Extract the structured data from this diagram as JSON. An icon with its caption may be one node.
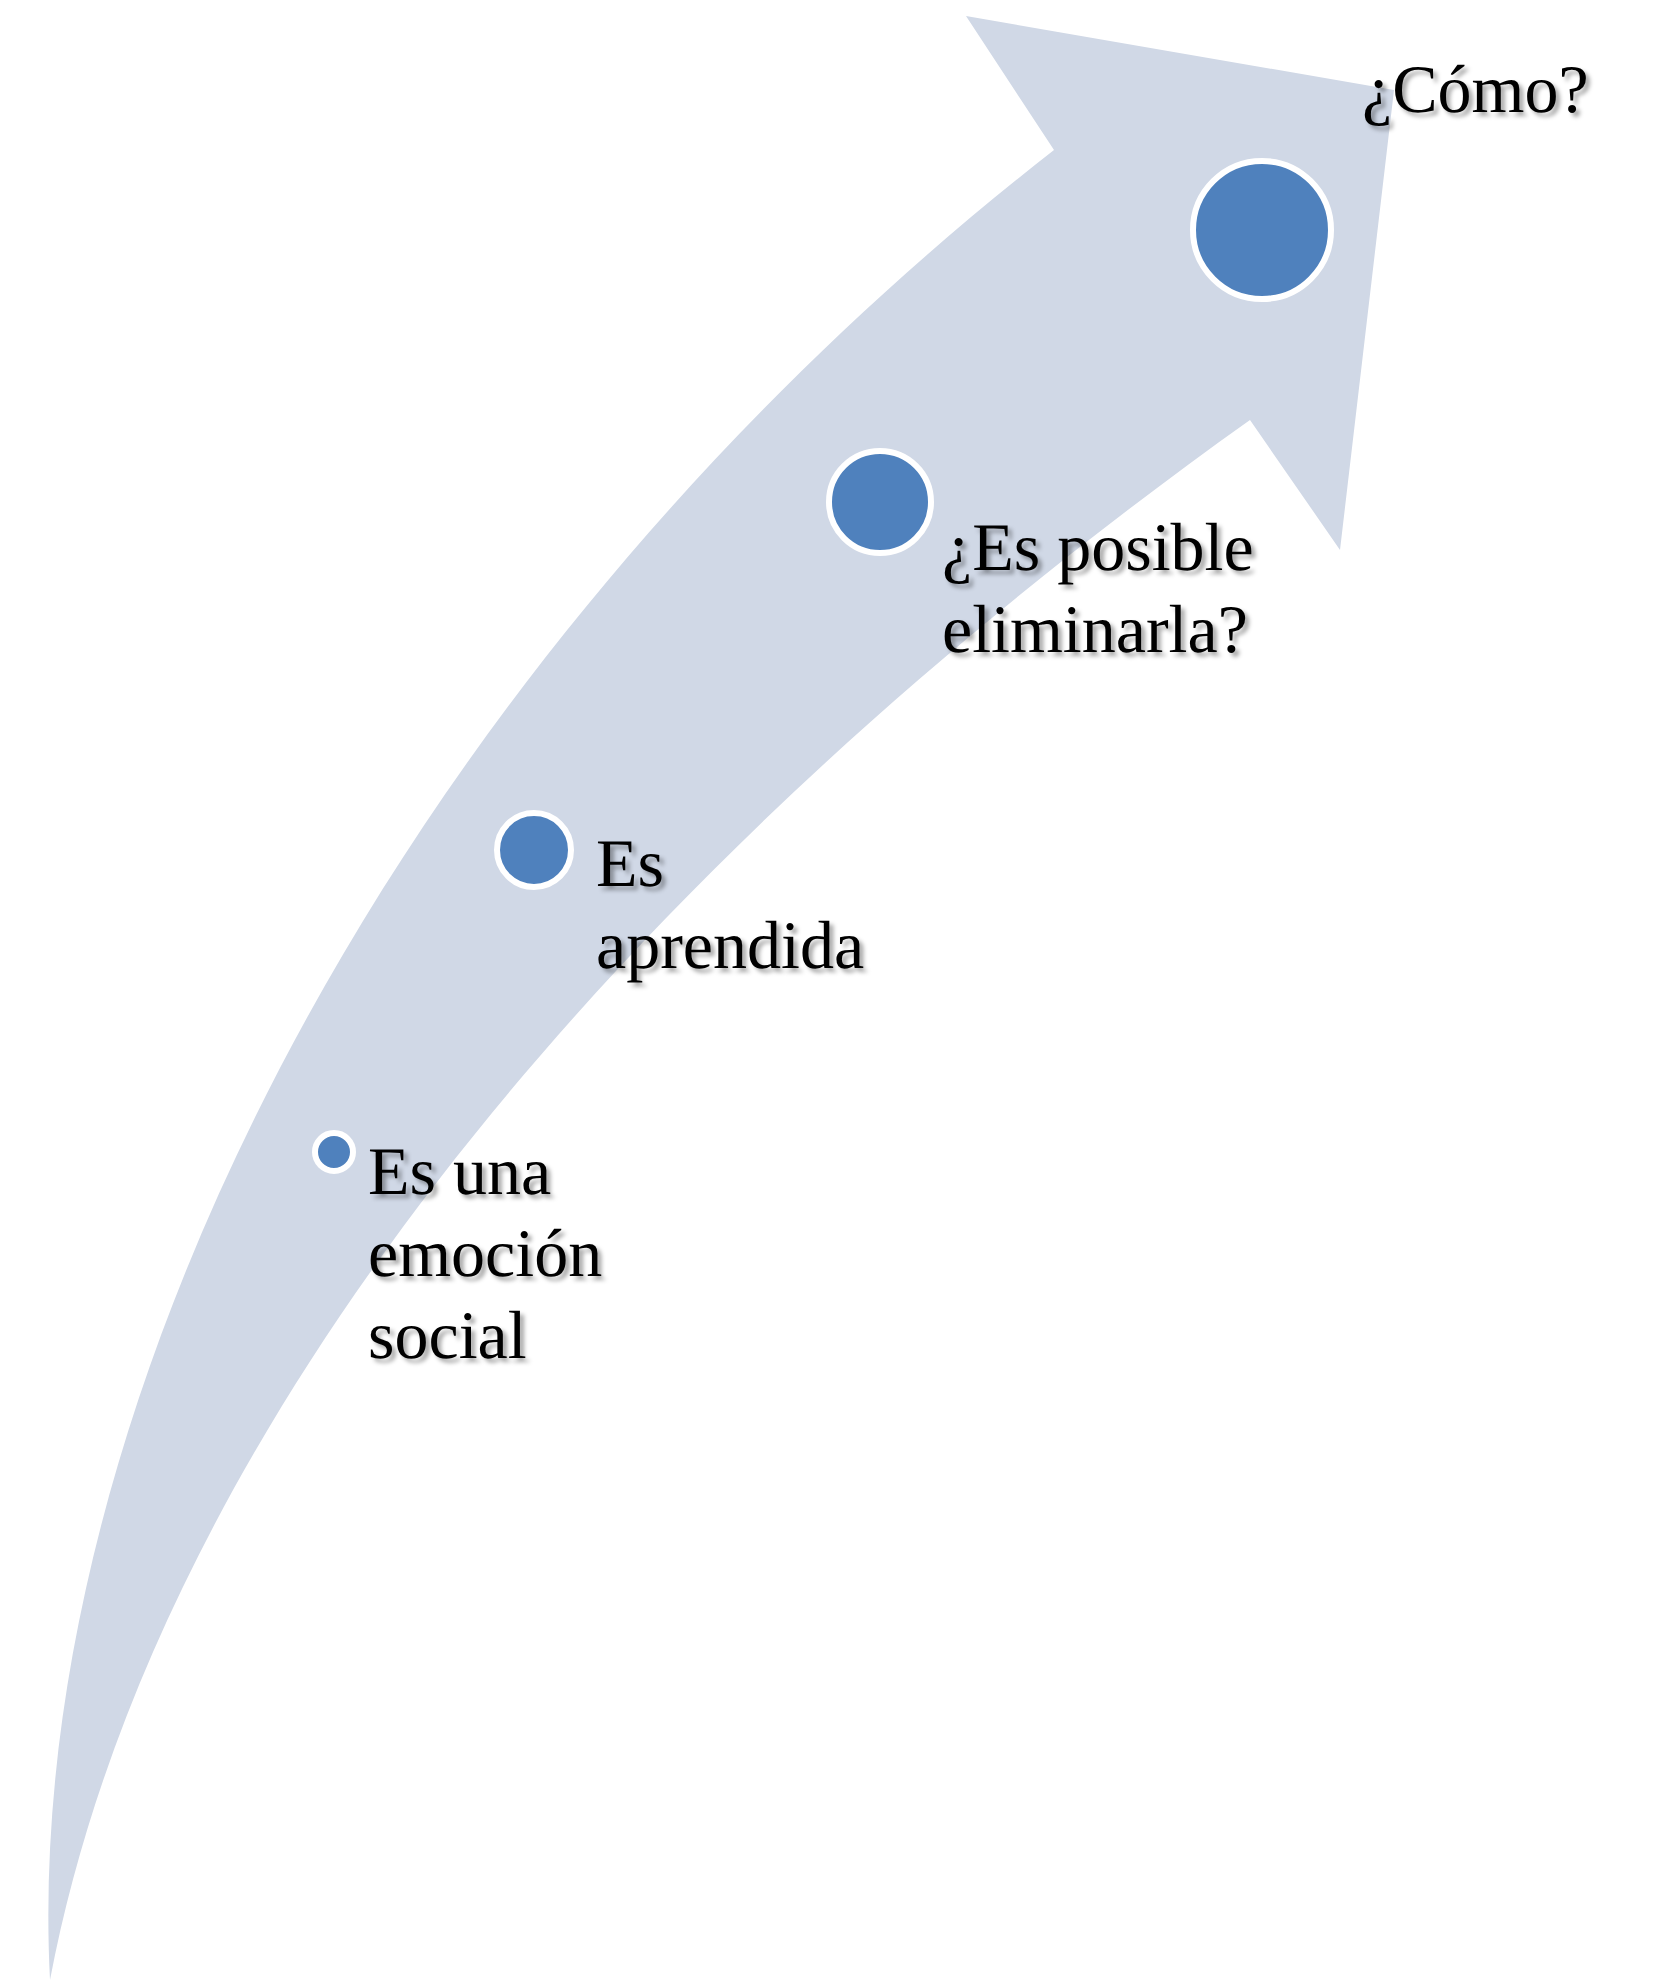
{
  "diagram": {
    "nodes": [
      {
        "text": [
          "Es una emoción social"
        ]
      },
      {
        "text": [
          "Es aprendida"
        ]
      },
      {
        "text": [
          "¿Es posible eliminarla?"
        ]
      },
      {
        "text": [
          "¿Cómo?"
        ]
      }
    ]
  }
}
